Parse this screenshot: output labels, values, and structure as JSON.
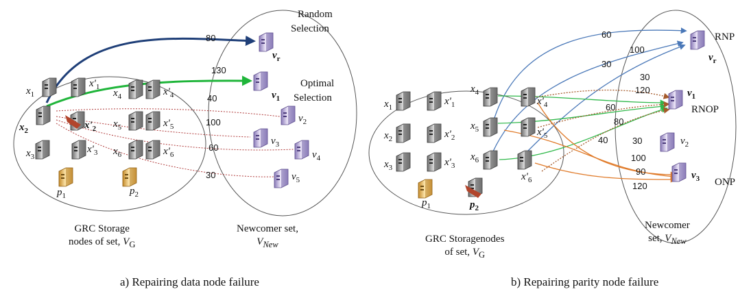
{
  "panel_a": {
    "caption": "a)  Repairing data node failure",
    "storage_caption_1": "GRC Storage",
    "storage_caption_2": "nodes of set, ",
    "storage_caption_var": "V",
    "storage_caption_sub": "G",
    "newcomer_caption_1": "Newcomer set,",
    "newcomer_caption_var": "V",
    "newcomer_caption_sub": "New",
    "random_label_1": "Random",
    "random_label_2": "Selection",
    "optimal_label_1": "Optimal",
    "optimal_label_2": "Selection",
    "weights": [
      "80",
      "130",
      "40",
      "100",
      "60",
      "30"
    ]
  },
  "panel_b": {
    "caption": "b) Repairing parity node failure",
    "storage_caption_1": "GRC  Storagenodes",
    "storage_caption_2": "of set, ",
    "storage_caption_var": "V",
    "storage_caption_sub": "G",
    "newcomer_caption_1": "Newcomer",
    "newcomer_caption_2": "set, ",
    "newcomer_caption_var": "V",
    "newcomer_caption_sub": "New",
    "rnp_label": "RNP",
    "rnop_label": "RNOP",
    "onp_label": "ONP",
    "weights": [
      "60",
      "100",
      "30",
      "30",
      "120",
      "60",
      "80",
      "40",
      "30",
      "100",
      "90",
      "120"
    ]
  },
  "colors": {
    "random_edge": "#1f3f78",
    "optimal_edge": "#1fb53a",
    "dotted_edge": "#b03a3a",
    "rnp": "#4a78b8",
    "rnop": "#2fb84a",
    "onp": "#e07b2a",
    "onp_dotted": "#a55a2a"
  }
}
